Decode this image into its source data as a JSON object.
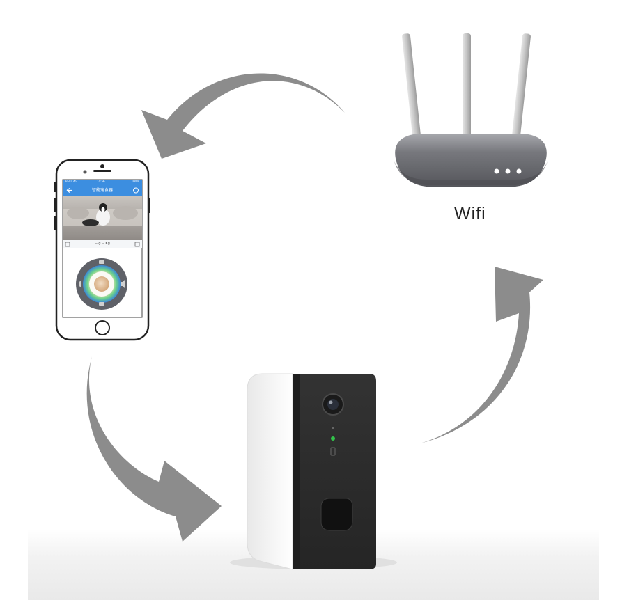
{
  "router": {
    "label": "Wifi"
  },
  "phone": {
    "status_left": "BELL 4G",
    "status_time": "14:56",
    "status_right": "100%",
    "app_title": "智能宠食器",
    "readout": "-- g -- Kg"
  },
  "colors": {
    "arrow": "#8c8c8c",
    "router_body": "#6a6b70",
    "antenna": "#c9c9c9",
    "app_header": "#3c8ee0",
    "feeder_shell": "#f7f7f7",
    "feeder_face": "#2b2b2b",
    "led": "#32c24a"
  },
  "icons": [
    "back-arrow-icon",
    "settings-icon",
    "camera-icon",
    "microphone-icon",
    "speaker-icon",
    "video-icon",
    "home-button-icon"
  ]
}
